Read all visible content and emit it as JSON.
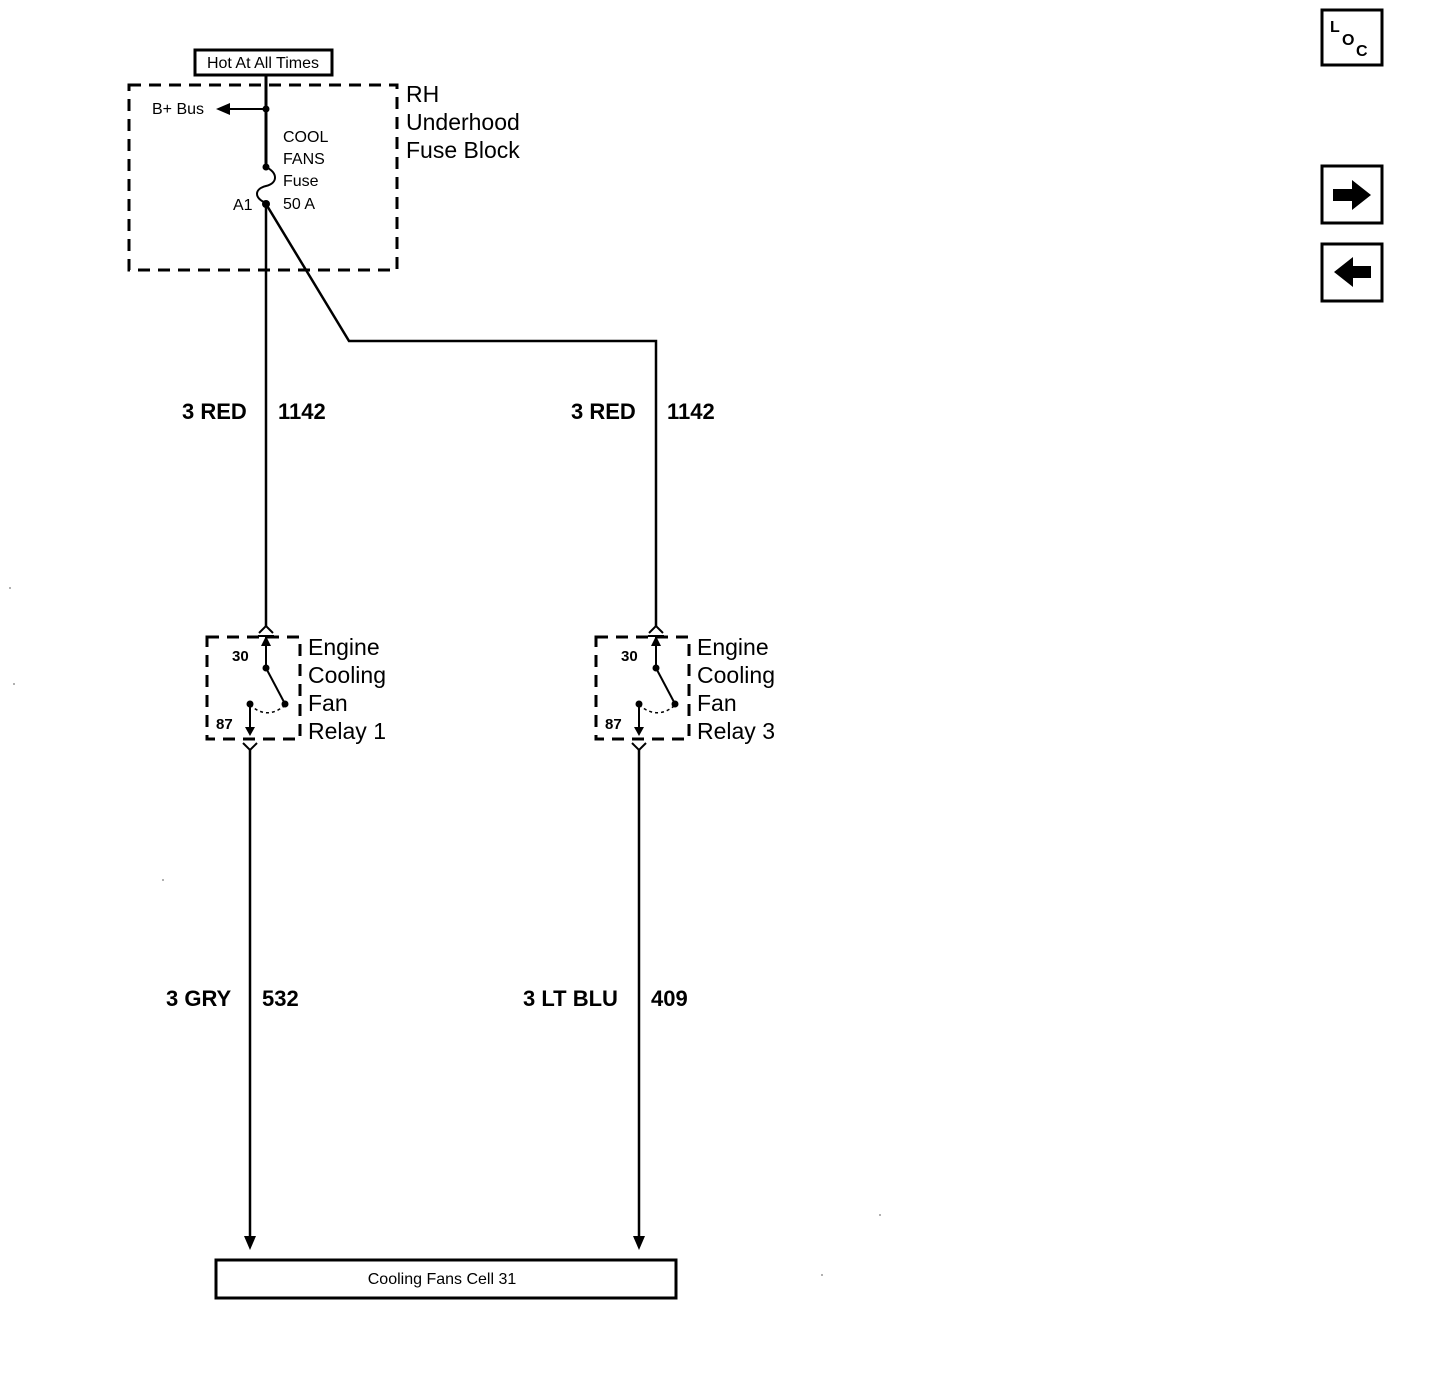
{
  "power_label": "Hot At All Times",
  "fuse_block": {
    "name_lines": [
      "RH",
      "Underhood",
      "Fuse Block"
    ],
    "bus_label": "B+ Bus",
    "fuse_lines": [
      "COOL",
      "FANS",
      "Fuse",
      "50 A"
    ],
    "terminal": "A1"
  },
  "wires": [
    {
      "gauge_color": "3 RED",
      "circuit": "1142"
    },
    {
      "gauge_color": "3 RED",
      "circuit": "1142"
    },
    {
      "gauge_color": "3 GRY",
      "circuit": "532"
    },
    {
      "gauge_color": "3 LT BLU",
      "circuit": "409"
    }
  ],
  "relays": [
    {
      "name_lines": [
        "Engine",
        "Cooling",
        "Fan",
        "Relay 1"
      ],
      "pin_in": "30",
      "pin_out": "87"
    },
    {
      "name_lines": [
        "Engine",
        "Cooling",
        "Fan",
        "Relay 3"
      ],
      "pin_in": "30",
      "pin_out": "87"
    }
  ],
  "destination": "Cooling Fans Cell 31",
  "nav": {
    "loc_letters": [
      "L",
      "O",
      "C"
    ],
    "forward_icon": "arrow-right-icon",
    "back_icon": "arrow-left-icon"
  }
}
